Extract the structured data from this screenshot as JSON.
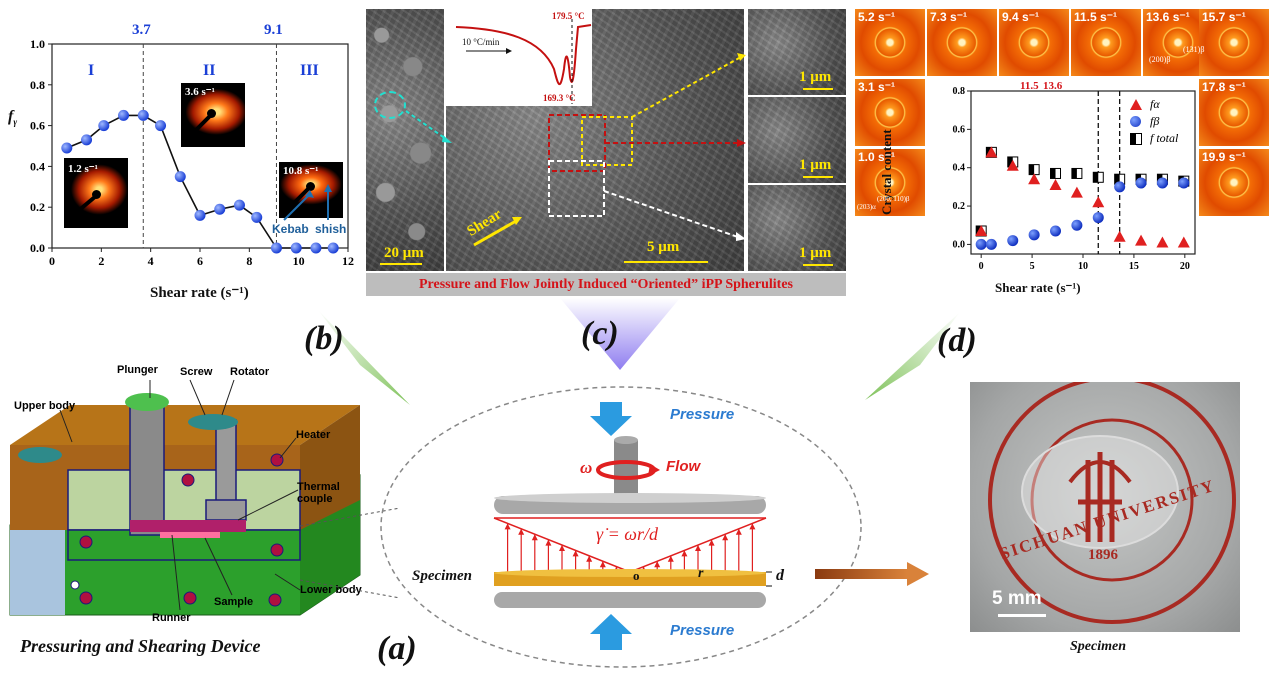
{
  "panel_labels": {
    "a": "(a)",
    "b": "(b)",
    "c": "(c)",
    "d": "(d)"
  },
  "panel_b": {
    "y_label": "f",
    "y_label_sub": "γ",
    "x_label": "Shear rate (s⁻¹)",
    "divider_values": [
      "3.7",
      "9.1"
    ],
    "region_labels": [
      "I",
      "II",
      "III"
    ],
    "inset_labels": [
      "3.6 s⁻¹",
      "1.2 s⁻¹",
      "10.8 s⁻¹"
    ],
    "annotations": [
      "Kebab",
      "shish"
    ],
    "color_series": "#1a3fd6"
  },
  "panel_c": {
    "caption": "Pressure and Flow Jointly Induced “Oriented” iPP Spherulites",
    "dsc_rate": "10 °C/min",
    "dsc_peak1": "179.5 °C",
    "dsc_peak2": "169.3 °C",
    "shear_label": "Shear",
    "scale_bars": [
      "20 μm",
      "5 μm",
      "1 μm",
      "1 μm",
      "1 μm"
    ]
  },
  "panel_d": {
    "y_label": "Crystal content",
    "x_label": "Shear rate (s⁻¹)",
    "divider_values": [
      "11.5",
      "13.6"
    ],
    "legend": [
      "fα",
      "fβ",
      "f total"
    ],
    "xray_labels": [
      "5.2 s⁻¹",
      "7.3 s⁻¹",
      "9.4 s⁻¹",
      "11.5 s⁻¹",
      "13.6 s⁻¹",
      "15.7 s⁻¹",
      "3.1 s⁻¹",
      "17.8 s⁻¹",
      "1.0 s⁻¹",
      "19.9 s⁻¹"
    ],
    "xray_annotations": [
      "(131)β",
      "(200)β",
      "(203)α",
      "(200, 110)β"
    ]
  },
  "panel_a": {
    "device_caption": "Pressuring and Shearing Device",
    "device_labels": [
      "Plunger",
      "Screw",
      "Rotator",
      "Upper body",
      "Heater",
      "Thermal couple",
      "Runner",
      "Sample",
      "Lower body"
    ],
    "schematic": {
      "pressure_label": "Pressure",
      "flow_label": "Flow",
      "omega": "ω",
      "equation": "γ̇ = ωr/d",
      "specimen_label": "Specimen",
      "o_label": "o",
      "r_label": "r",
      "d_label": "d"
    },
    "photo_caption": "Specimen",
    "photo_scale": "5 mm",
    "photo_text": [
      "SICHUAN UNIVERSITY",
      "1896"
    ]
  },
  "chart_data": [
    {
      "type": "scatter",
      "title": "",
      "xlabel": "Shear rate (s⁻¹)",
      "ylabel": "fγ",
      "xlim": [
        0,
        12
      ],
      "ylim": [
        0.0,
        1.0
      ],
      "xticks": [
        0,
        2,
        4,
        6,
        8,
        10,
        12
      ],
      "yticks": [
        0.0,
        0.2,
        0.4,
        0.6,
        0.8,
        1.0
      ],
      "vlines": [
        3.7,
        9.1
      ],
      "series": [
        {
          "x": [
            0.6,
            1.4,
            2.1,
            2.9,
            3.7,
            4.4,
            5.2,
            6.0,
            6.8,
            7.6,
            8.3,
            9.1,
            9.9,
            10.7,
            11.4
          ],
          "y": [
            0.49,
            0.53,
            0.6,
            0.65,
            0.65,
            0.6,
            0.35,
            0.16,
            0.19,
            0.21,
            0.15,
            0.0,
            0.0,
            0.0,
            0.0
          ]
        }
      ]
    },
    {
      "type": "scatter",
      "title": "",
      "xlabel": "Shear rate (s⁻¹)",
      "ylabel": "Crystal content",
      "xlim": [
        -1,
        21
      ],
      "ylim": [
        -0.05,
        0.8
      ],
      "xticks": [
        0,
        5,
        10,
        15,
        20
      ],
      "yticks": [
        0.0,
        0.2,
        0.4,
        0.6,
        0.8
      ],
      "vlines": [
        11.5,
        13.6
      ],
      "legend_position": "top-right",
      "series": [
        {
          "name": "fα",
          "x": [
            0.0,
            1.0,
            3.1,
            5.2,
            7.3,
            9.4,
            11.5,
            13.6,
            15.7,
            17.8,
            19.9
          ],
          "y": [
            0.07,
            0.48,
            0.41,
            0.34,
            0.31,
            0.27,
            0.22,
            0.04,
            0.02,
            0.01,
            0.01
          ]
        },
        {
          "name": "fβ",
          "x": [
            0.0,
            1.0,
            3.1,
            5.2,
            7.3,
            9.4,
            11.5,
            13.6,
            15.7,
            17.8,
            19.9
          ],
          "y": [
            0.0,
            0.0,
            0.02,
            0.05,
            0.07,
            0.1,
            0.14,
            0.3,
            0.32,
            0.32,
            0.32
          ]
        },
        {
          "name": "f total",
          "x": [
            0.0,
            1.0,
            3.1,
            5.2,
            7.3,
            9.4,
            11.5,
            13.6,
            15.7,
            17.8,
            19.9
          ],
          "y": [
            0.07,
            0.48,
            0.43,
            0.39,
            0.37,
            0.37,
            0.35,
            0.34,
            0.34,
            0.34,
            0.33
          ]
        }
      ]
    }
  ]
}
